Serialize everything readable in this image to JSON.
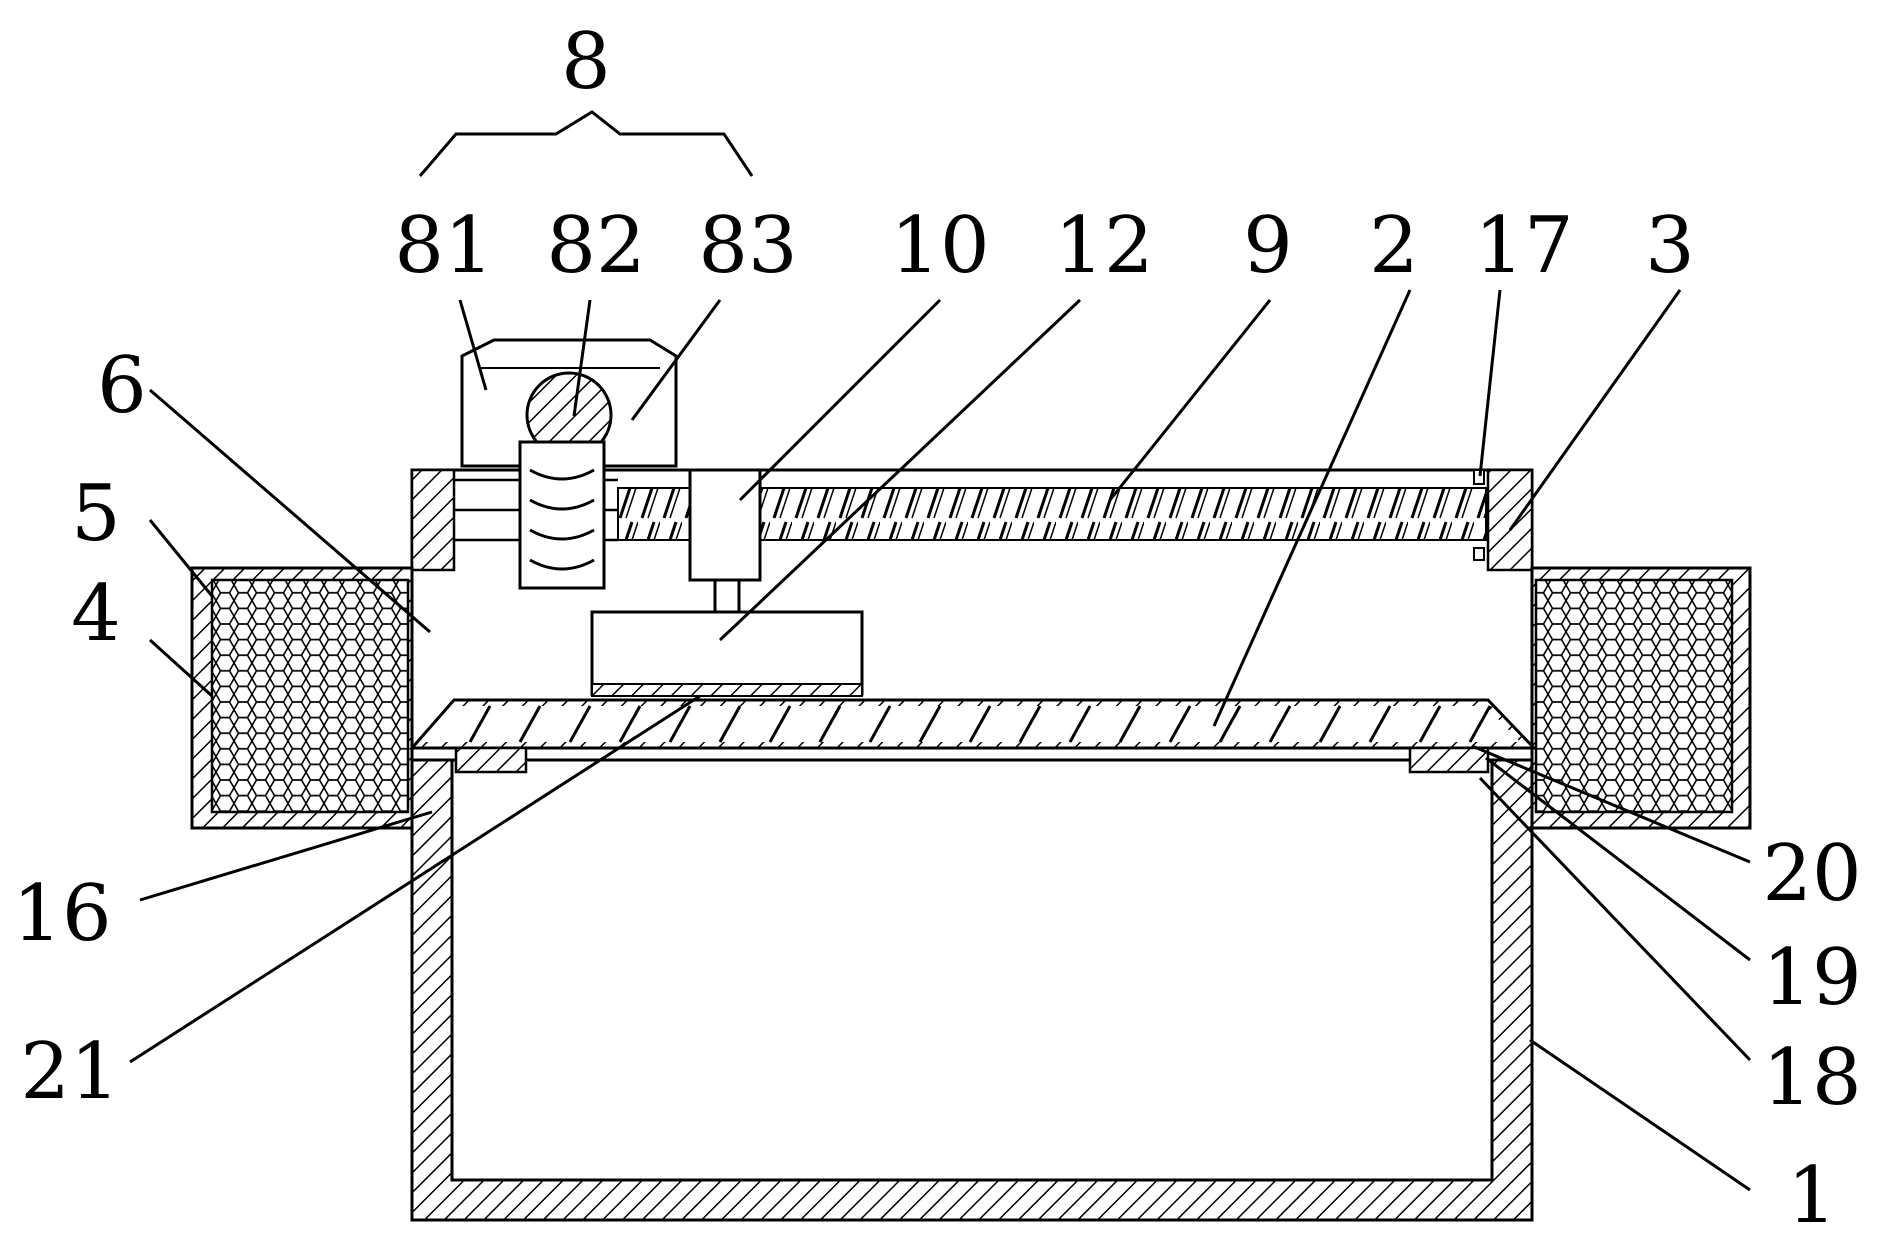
{
  "figure": {
    "group_label": "8",
    "labels": {
      "l1": "1",
      "l2": "2",
      "l3": "3",
      "l4": "4",
      "l5": "5",
      "l6": "6",
      "l9": "9",
      "l10": "10",
      "l12": "12",
      "l16": "16",
      "l17": "17",
      "l18": "18",
      "l19": "19",
      "l20": "20",
      "l21": "21",
      "l81": "81",
      "l82": "82",
      "l83": "83"
    }
  }
}
